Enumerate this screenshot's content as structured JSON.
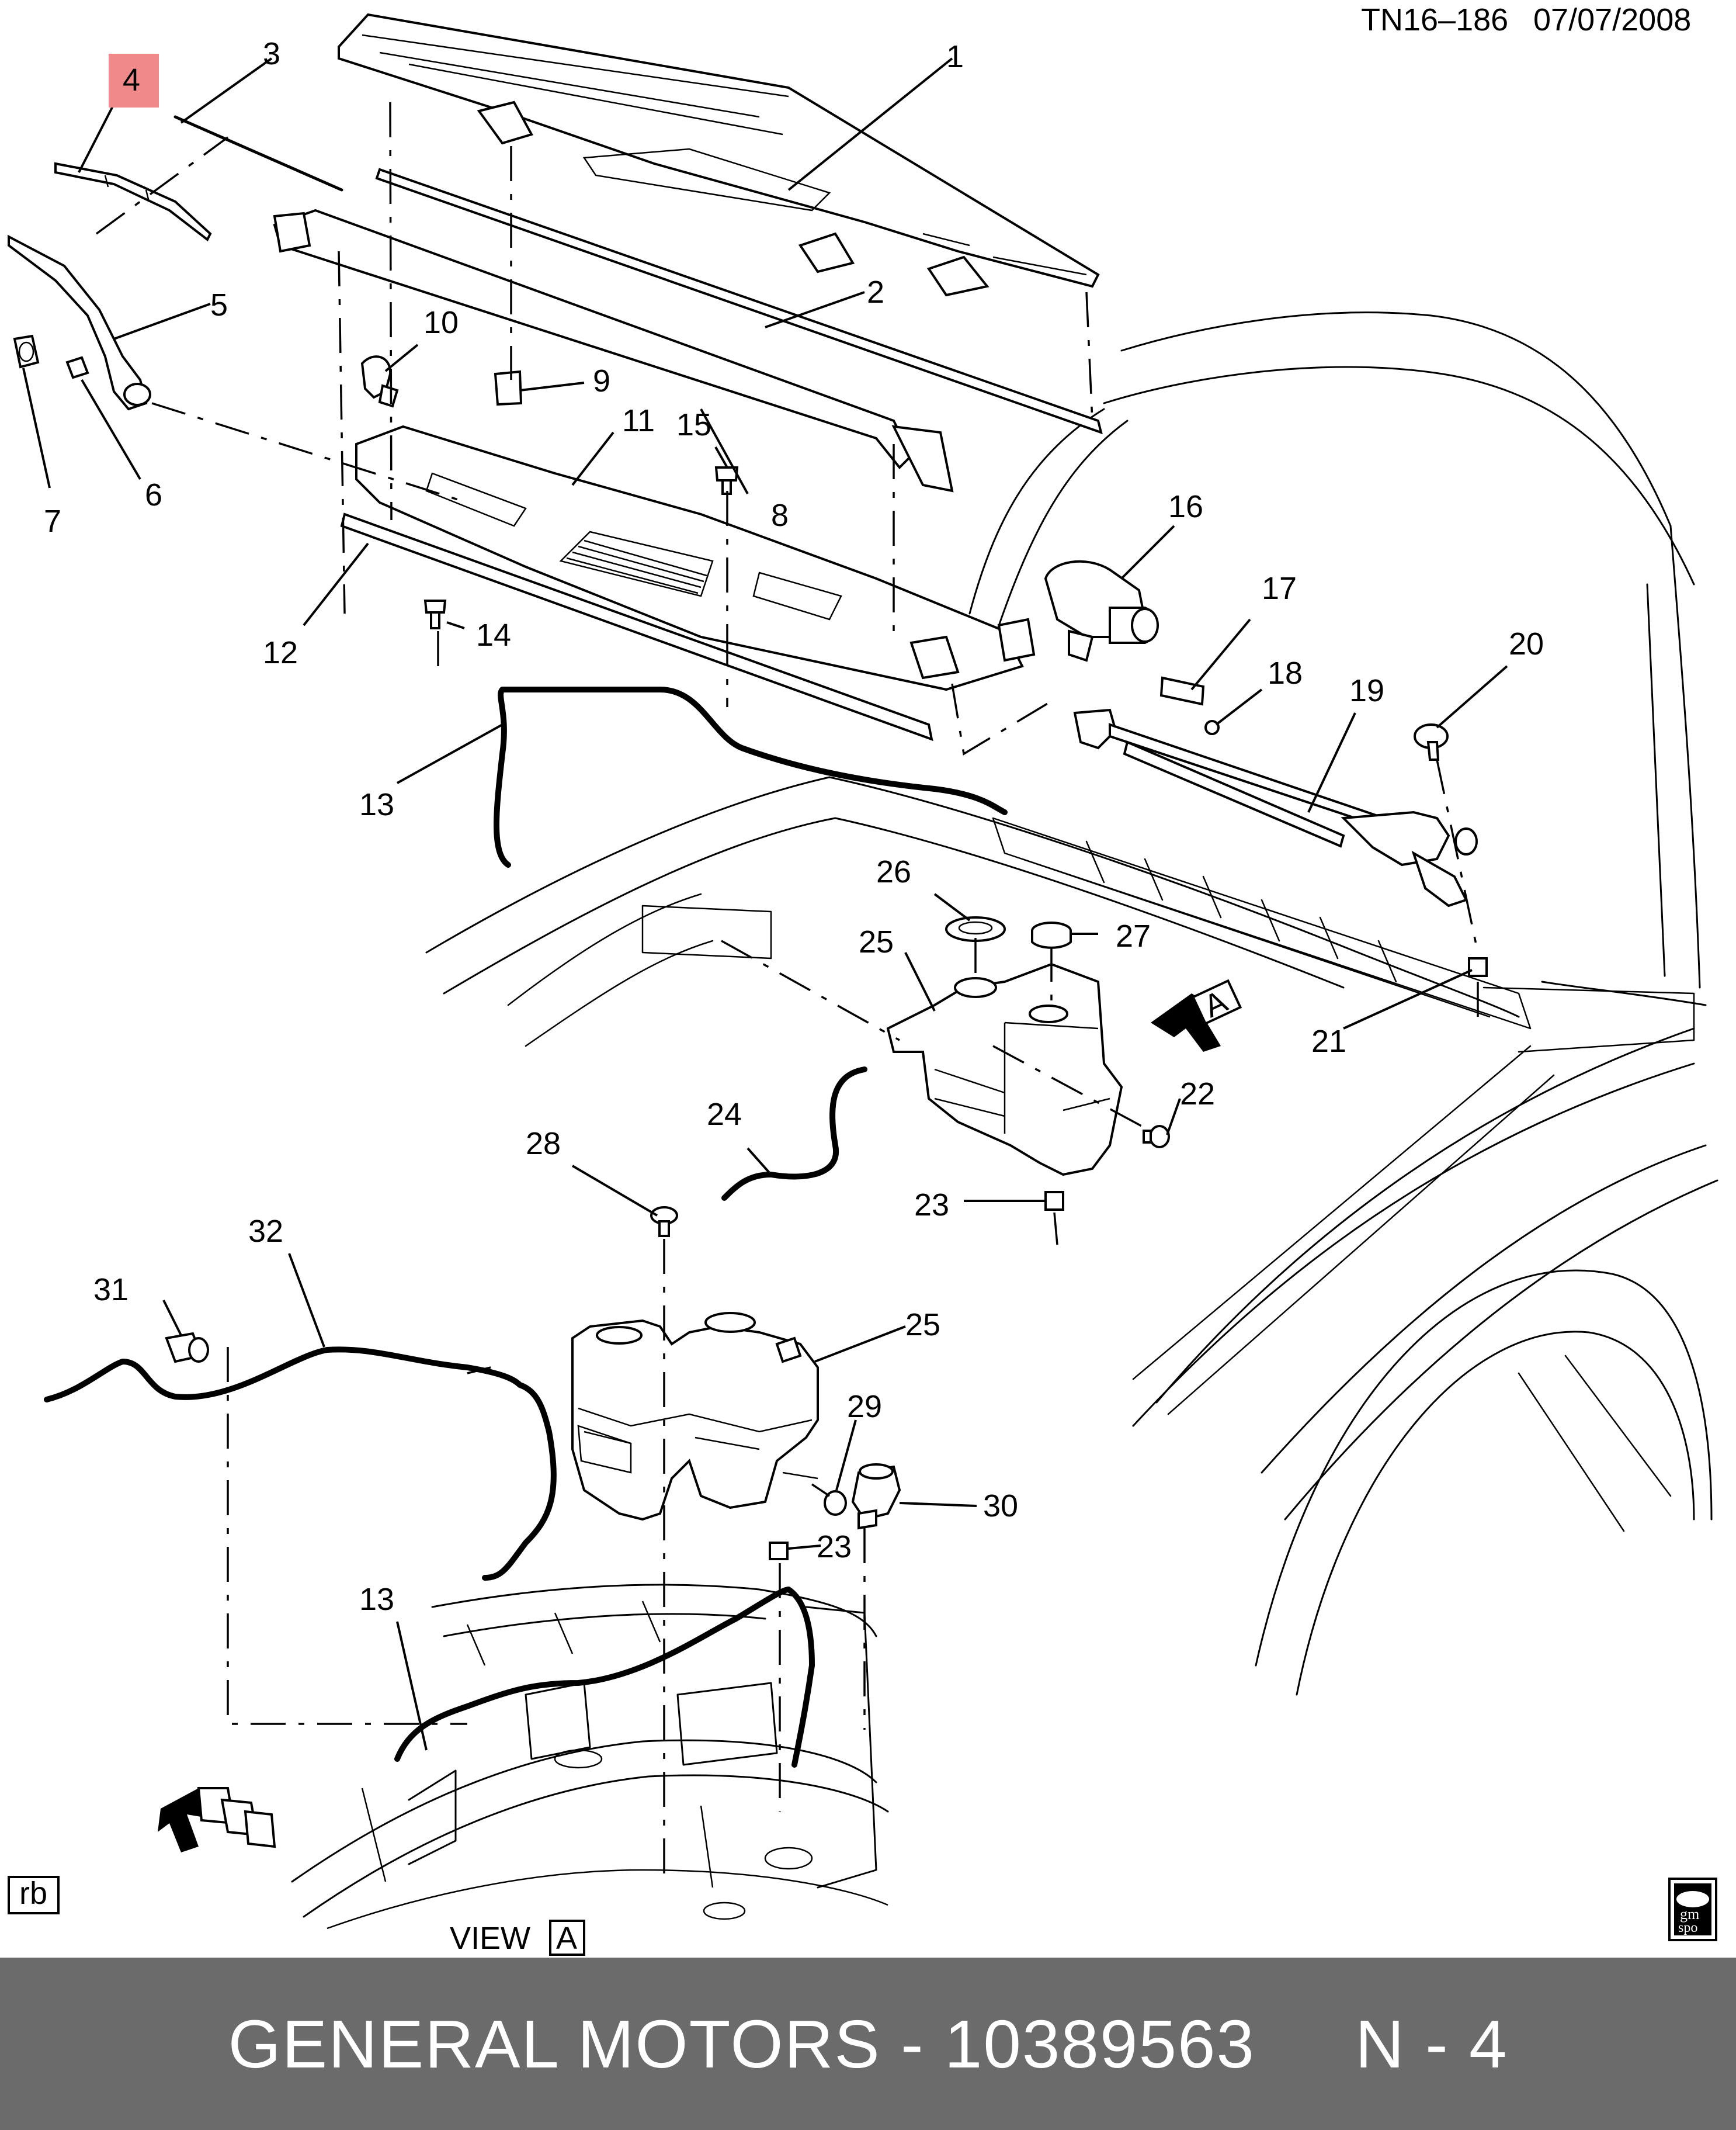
{
  "header": {
    "drawing_id": "TN16–186",
    "date": "07/07/2008"
  },
  "callouts": {
    "c1": "1",
    "c2": "2",
    "c3": "3",
    "c4": "4",
    "c5": "5",
    "c6": "6",
    "c7": "7",
    "c8": "8",
    "c9": "9",
    "c10": "10",
    "c11": "11",
    "c12": "12",
    "c13a": "13",
    "c14": "14",
    "c15": "15",
    "c16": "16",
    "c17": "17",
    "c18": "18",
    "c19": "19",
    "c20": "20",
    "c21": "21",
    "c22": "22",
    "c23a": "23",
    "c24": "24",
    "c25a": "25",
    "c26": "26",
    "c27": "27",
    "c28": "28",
    "c29": "29",
    "c30": "30",
    "c31": "31",
    "c32": "32",
    "c25b": "25",
    "c23b": "23",
    "c13b": "13"
  },
  "highlighted_callout": "4",
  "view_marker": {
    "label": "VIEW",
    "letter": "A"
  },
  "arrow_marker": {
    "letter": "A"
  },
  "corner_tag": "rb",
  "logo": {
    "line1": "gm",
    "line2": "spo"
  },
  "footer": {
    "text": "GENERAL MOTORS - 10389563     N - 4"
  },
  "colors": {
    "highlight": "#f08a8a",
    "footer_bg": "#6b6b6b"
  }
}
